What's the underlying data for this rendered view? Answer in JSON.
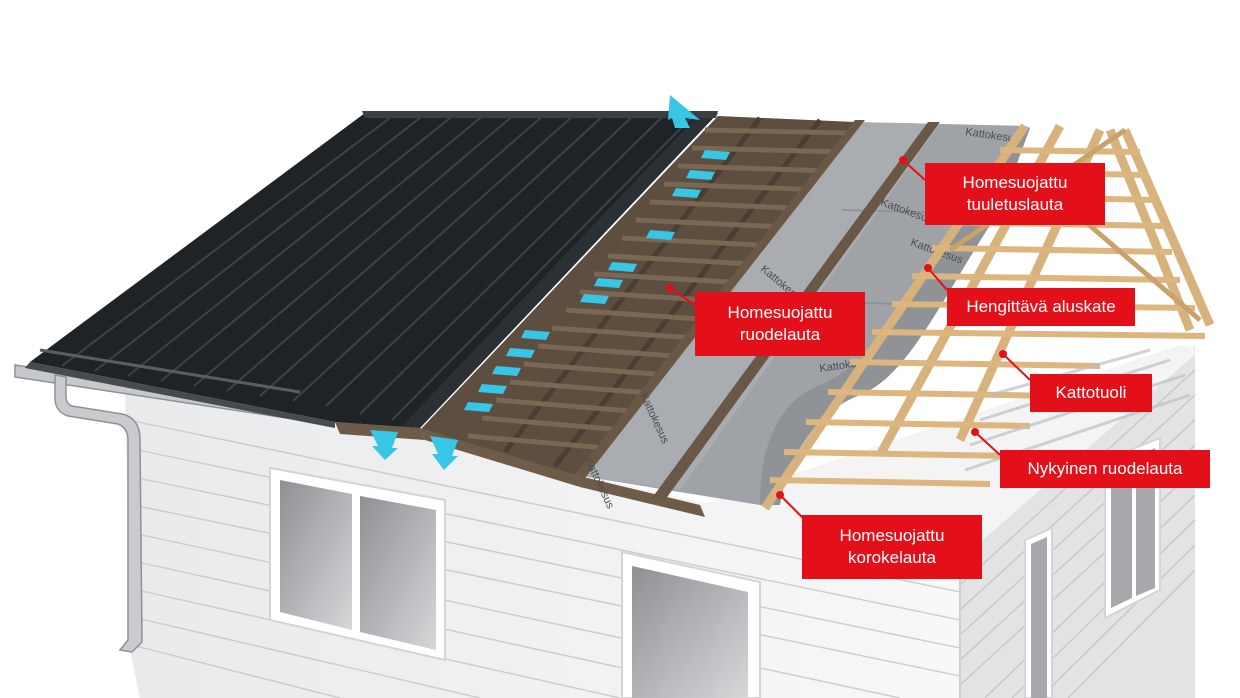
{
  "diagram": {
    "callouts": [
      {
        "id": "tuuletuslauta",
        "lines": [
          "Homesuojattu",
          "tuuletuslauta"
        ]
      },
      {
        "id": "ruodelauta",
        "lines": [
          "Homesuojattu",
          "ruodelauta"
        ]
      },
      {
        "id": "aluskate",
        "lines": [
          "Hengittävä aluskate"
        ]
      },
      {
        "id": "kattotuoli",
        "lines": [
          "Kattotuoli"
        ]
      },
      {
        "id": "nykyinen",
        "lines": [
          "Nykyinen ruodelauta"
        ]
      },
      {
        "id": "korokelauta",
        "lines": [
          "Homesuojattu",
          "korokelauta"
        ]
      }
    ],
    "membrane_print": "Kattokesus",
    "colors": {
      "callout": "#e3101a",
      "metal_roof": "#1f2326",
      "membrane": "#9fa2a7",
      "battens": "#6a5847",
      "trusses": "#d8b27c",
      "vent_arrows": "#38c6e6",
      "siding": "#f2f3f4",
      "window_glass": "#9b9da0"
    }
  }
}
